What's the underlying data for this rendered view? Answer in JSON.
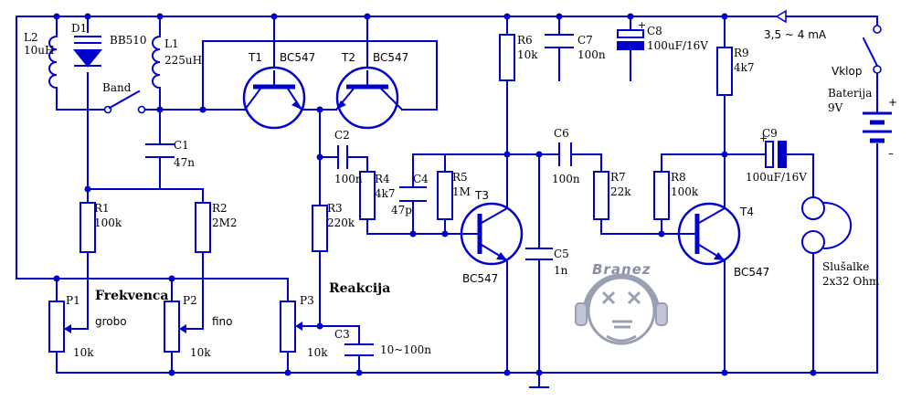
{
  "labels": {
    "l2": "L2",
    "l2_val": "10uH",
    "d1": "D1",
    "bb510": "BB510",
    "l1": "L1",
    "l1_val": "225uH",
    "band": "Band",
    "c1": "C1",
    "c1_val": "47n",
    "r1": "R1",
    "r1_val": "100k",
    "r2": "R2",
    "r2_val": "2M2",
    "p1": "P1",
    "p1_val": "10k",
    "grobo": "grobo",
    "p2": "P2",
    "p2_val": "10k",
    "fino": "fino",
    "frekvenca": "Frekvenca",
    "t1": "T1",
    "t1_type": "BC547",
    "t2": "T2",
    "t2_type": "BC547",
    "c2": "C2",
    "c2_val": "100n",
    "r4": "R4",
    "r4_val": "4k7",
    "c4": "C4",
    "c4_val": "47p",
    "r5": "R5",
    "r5_val": "1M",
    "r3": "R3",
    "r3_val": "220k",
    "reakcija": "Reakcija",
    "p3": "P3",
    "p3_val": "10k",
    "c3": "C3",
    "c3_val": "10~100n",
    "r6": "R6",
    "r6_val": "10k",
    "c7": "C7",
    "c7_val": "100n",
    "c8": "C8",
    "c8_val": "100uF/16V",
    "t3": "T3",
    "t3_type": "BC547",
    "c5": "C5",
    "c5_val": "1n",
    "c6": "C6",
    "c6_val": "100n",
    "r7": "R7",
    "r7_val": "22k",
    "r8": "R8",
    "r8_val": "100k",
    "t4": "T4",
    "t4_type": "BC547",
    "r9": "R9",
    "r9_val": "4k7",
    "c9": "C9",
    "c9_val": "100uF/16V",
    "current": "3,5 ~ 4 mA",
    "vklop": "Vklop",
    "baterija": "Baterija",
    "baterija_val": "9V",
    "plus": "+",
    "minus": "–",
    "slusalke": "Slušalke",
    "slusalke_val": "2x32 Ohm",
    "watermark": "Branez"
  },
  "colors": {
    "wire": "#0000cc",
    "text": "#000000",
    "watermark": "#8a8fa8"
  }
}
